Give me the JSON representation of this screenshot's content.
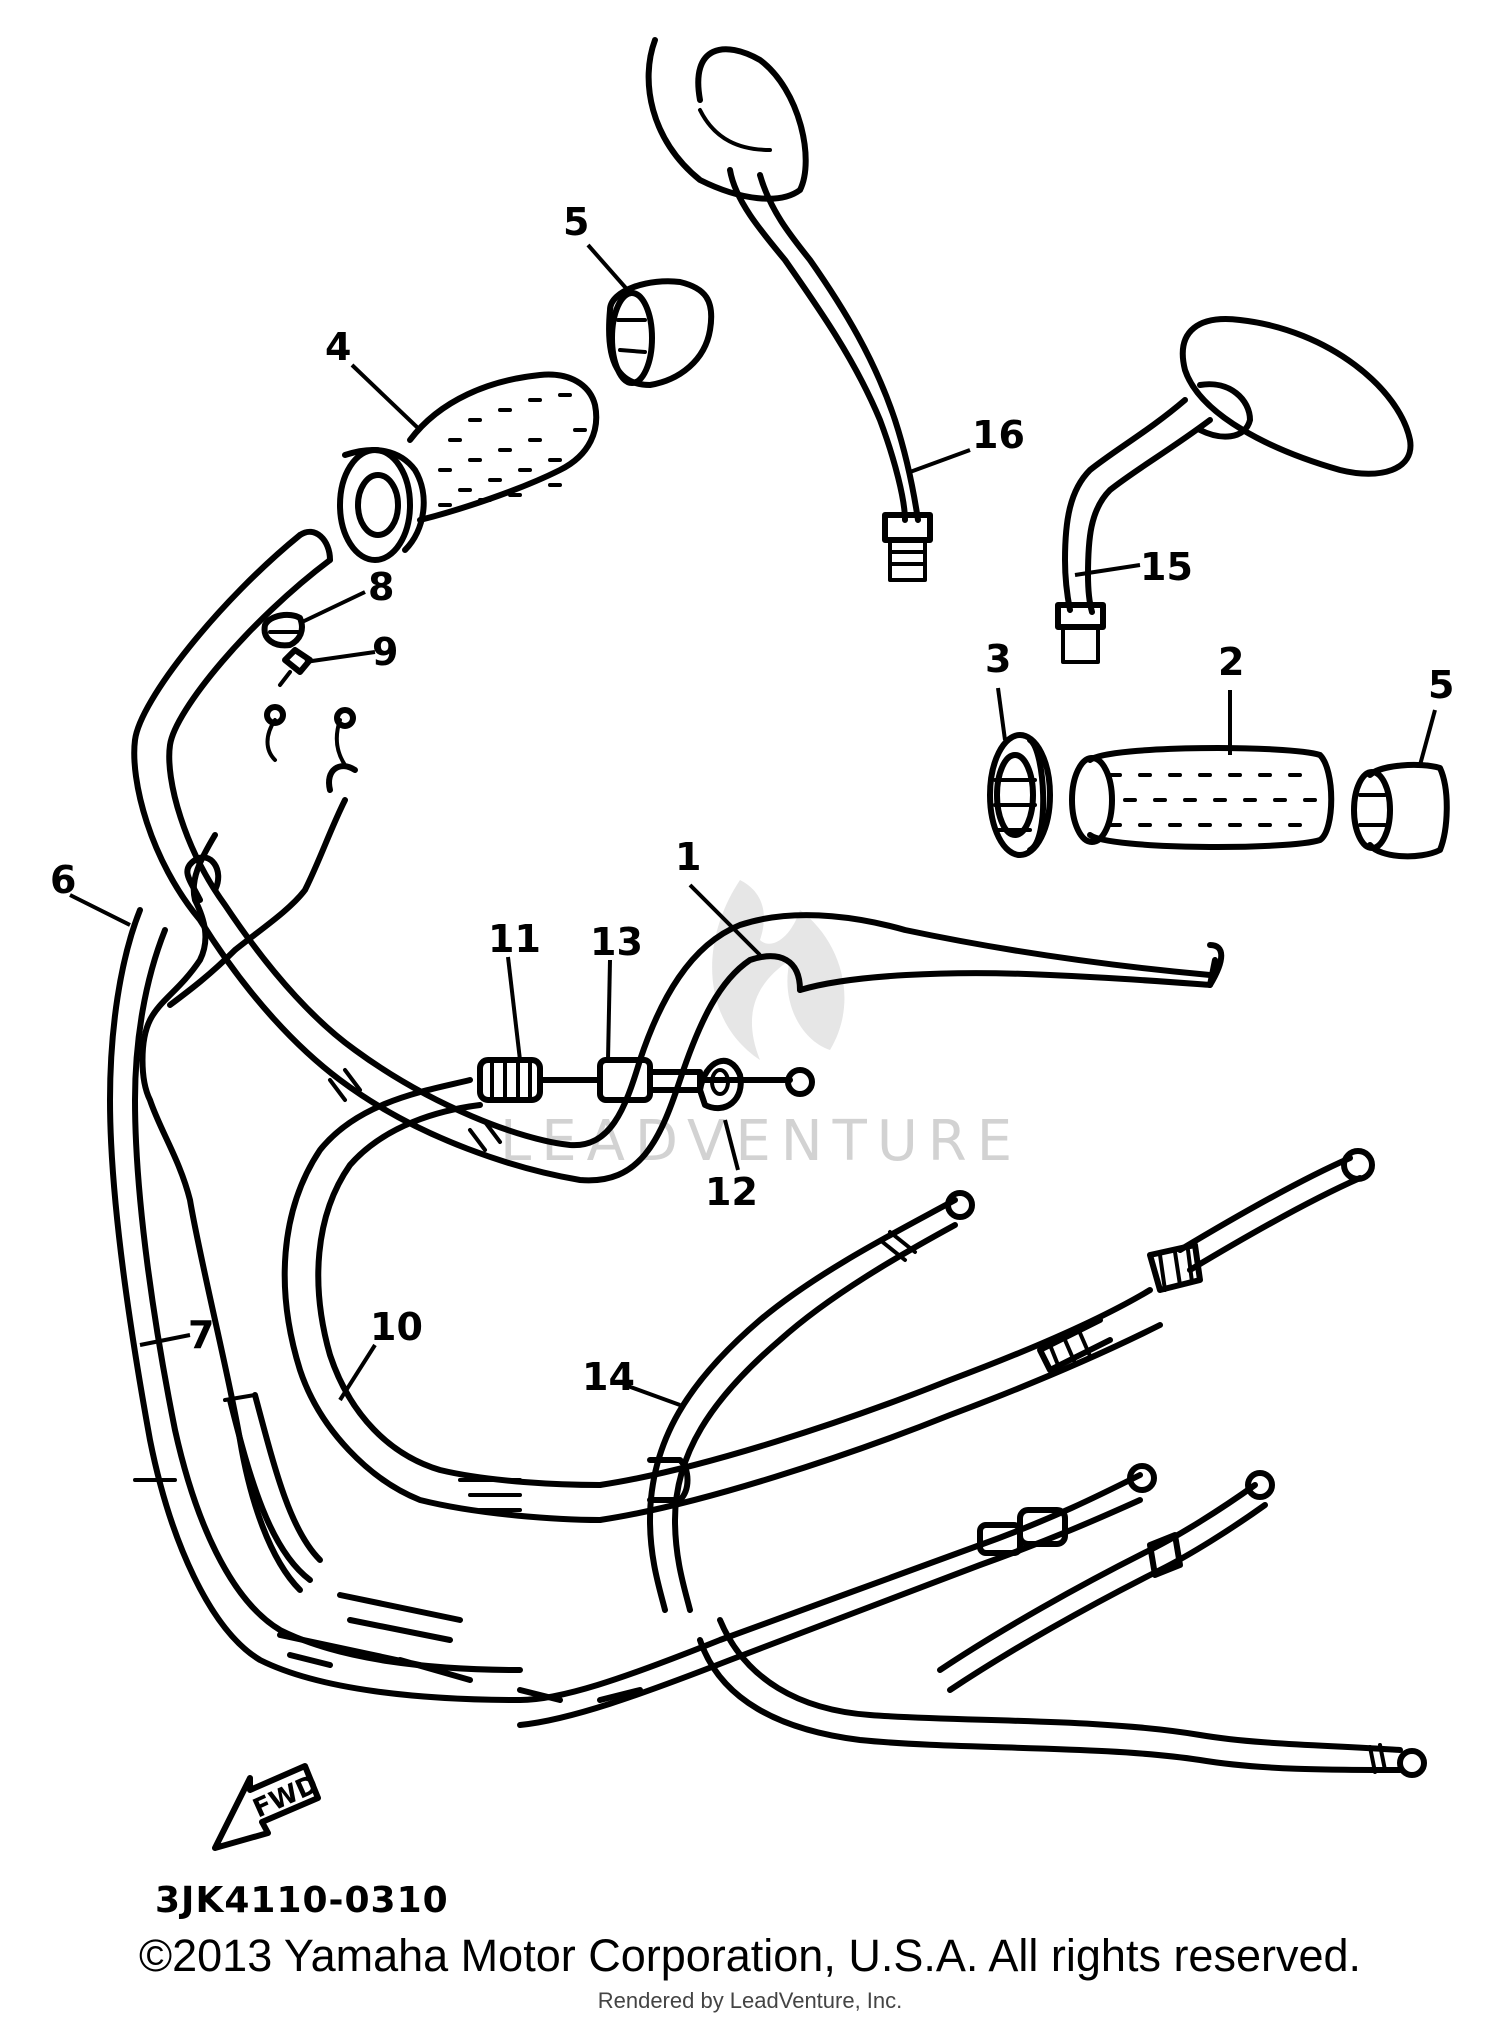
{
  "callouts": [
    "1",
    "2",
    "3",
    "4",
    "5",
    "5",
    "6",
    "7",
    "8",
    "9",
    "10",
    "11",
    "12",
    "13",
    "14",
    "15",
    "16"
  ],
  "fwd_label": "FWD",
  "watermark": "LEADVENTURE",
  "diagram_code": "3JK4110-0310",
  "copyright": "©2013 Yamaha Motor Corporation, U.S.A. All rights reserved.",
  "rendered_by": "Rendered by LeadVenture, Inc."
}
